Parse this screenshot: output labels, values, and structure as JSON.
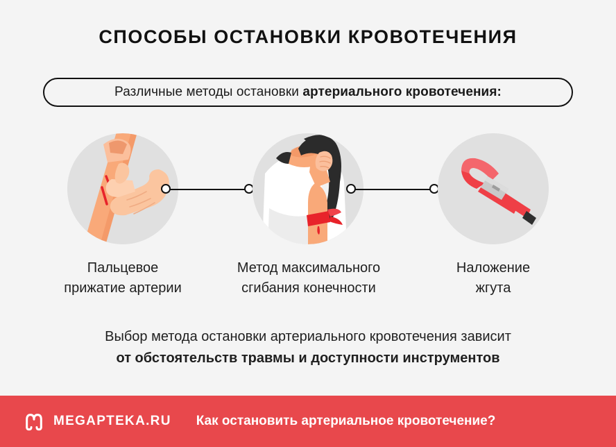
{
  "title": "СПОСОБЫ ОСТАНОВКИ КРОВОТЕЧЕНИЯ",
  "pill": {
    "text_regular": "Различные методы остановки ",
    "text_bold": "артериального кровотечения:"
  },
  "steps": [
    {
      "illustration": "finger-pressure-on-artery-illustration",
      "caption_line1": "Пальцевое",
      "caption_line2": "прижатие артерии"
    },
    {
      "illustration": "maximal-limb-flexion-illustration",
      "caption_line1": "Метод максимального",
      "caption_line2": "сгибания конечности"
    },
    {
      "illustration": "tourniquet-strap-illustration",
      "caption_line1": "Наложение",
      "caption_line2": "жгута"
    }
  ],
  "note": {
    "line1": "Выбор метода остановки артериального кровотечения зависит",
    "line2": "от обстоятельств травмы и доступности инструментов"
  },
  "footer": {
    "logo": "megapteka-m-logo",
    "brand": "MEGAPTEKA.RU",
    "caption": "Как остановить артериальное кровотечение?"
  },
  "colors": {
    "background": "#f4f4f4",
    "circle_fill": "#e0e0e0",
    "footer_red": "#e8484c",
    "blood_red": "#e8232a",
    "tourniquet_red": "#f0434a",
    "skin_mid": "#f5a472",
    "skin_light": "#fbc09a",
    "hair_dark": "#2b2b2b",
    "ink": "#111111"
  }
}
